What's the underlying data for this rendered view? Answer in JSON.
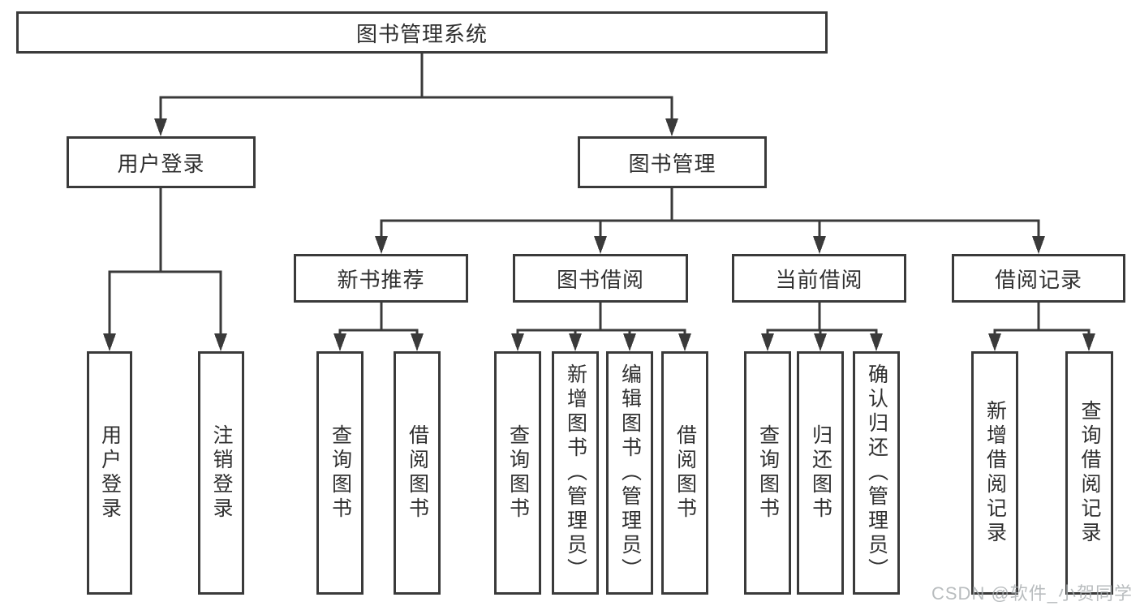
{
  "tree": {
    "root": {
      "label": "图书管理系统"
    },
    "branches": [
      {
        "label": "用户登录",
        "children": [
          {
            "label": "用户登录"
          },
          {
            "label": "注销登录"
          }
        ]
      },
      {
        "label": "图书管理",
        "children": [
          {
            "label": "新书推荐",
            "children": [
              {
                "label": "查询图书"
              },
              {
                "label": "借阅图书"
              }
            ]
          },
          {
            "label": "图书借阅",
            "children": [
              {
                "label": "查询图书"
              },
              {
                "label": "新增图书（管理员）"
              },
              {
                "label": "编辑图书（管理员）"
              },
              {
                "label": "借阅图书"
              }
            ]
          },
          {
            "label": "当前借阅",
            "children": [
              {
                "label": "查询图书"
              },
              {
                "label": "归还图书"
              },
              {
                "label": "确认归还（管理员）"
              }
            ]
          },
          {
            "label": "借阅记录",
            "children": [
              {
                "label": "新增借阅记录"
              },
              {
                "label": "查询借阅记录"
              }
            ]
          }
        ]
      }
    ]
  },
  "watermark": {
    "text": "CSDN @软件_小贺同学",
    "color": "#a8acaf"
  },
  "colors": {
    "line": "#3a3a3a",
    "box_border": "#3a3a3a",
    "text": "#2f2f2f",
    "background": "#ffffff"
  }
}
